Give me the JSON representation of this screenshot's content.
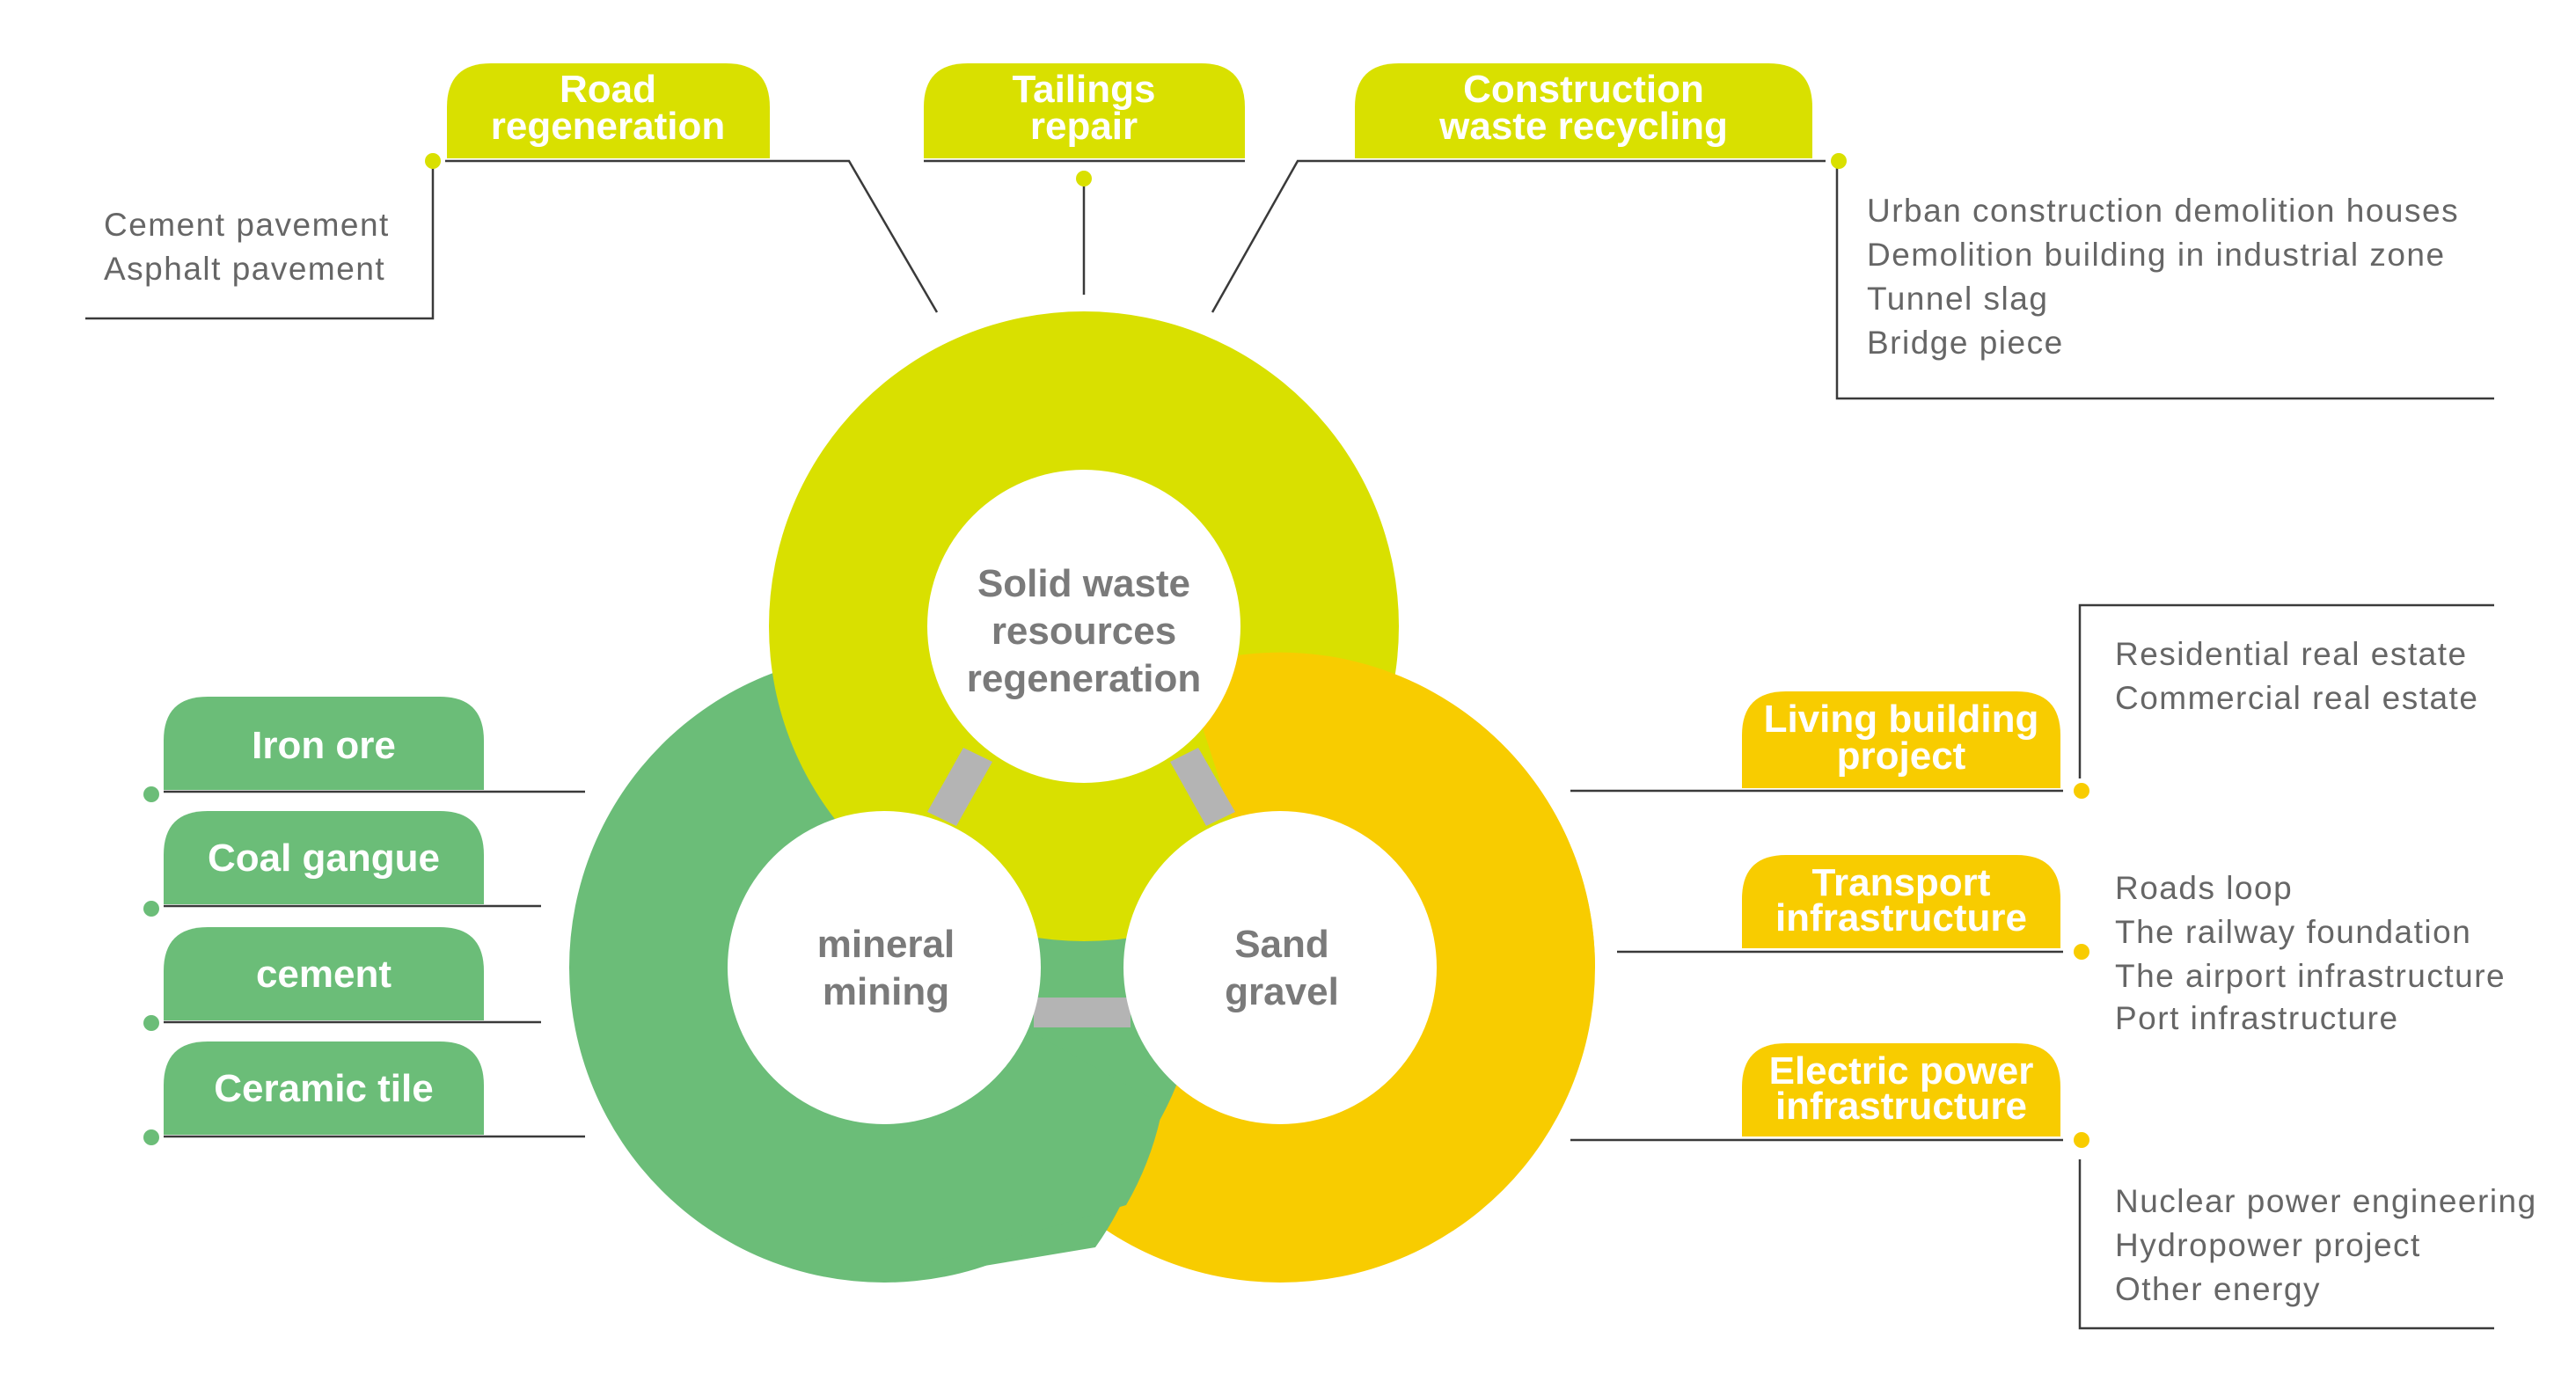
{
  "colors": {
    "lime": "#d9e000",
    "yellow": "#f8cc00",
    "green": "#6bbd78",
    "connector": "#b4b4b4",
    "hub_text": "#7a7a7a",
    "detail_text": "#666666"
  },
  "hubs": {
    "top": [
      "Solid waste",
      "resources",
      "regeneration"
    ],
    "left": [
      "mineral",
      "mining"
    ],
    "right": [
      "Sand",
      "gravel"
    ]
  },
  "top_tabs": [
    {
      "lines": [
        "Road",
        "regeneration"
      ]
    },
    {
      "lines": [
        "Tailings",
        "repair"
      ]
    },
    {
      "lines": [
        "Construction",
        "waste recycling"
      ]
    }
  ],
  "left_tabs": [
    {
      "label": "Iron ore"
    },
    {
      "label": "Coal gangue"
    },
    {
      "label": "cement"
    },
    {
      "label": "Ceramic tile"
    }
  ],
  "right_tabs": [
    {
      "lines": [
        "Living building",
        "project"
      ]
    },
    {
      "lines": [
        "Transport",
        "infrastructure"
      ]
    },
    {
      "lines": [
        "Electric power",
        "infrastructure"
      ]
    }
  ],
  "details": {
    "road": [
      "Cement pavement",
      "Asphalt pavement"
    ],
    "construction": [
      "Urban construction demolition houses",
      "Demolition building in industrial zone",
      "Tunnel slag",
      "Bridge piece"
    ],
    "living": [
      "Residential real estate",
      "Commercial real estate"
    ],
    "transport": [
      "Roads loop",
      "The railway foundation",
      "The airport infrastructure",
      "Port infrastructure"
    ],
    "electric": [
      "Nuclear power engineering",
      "Hydropower project",
      "Other energy"
    ]
  }
}
